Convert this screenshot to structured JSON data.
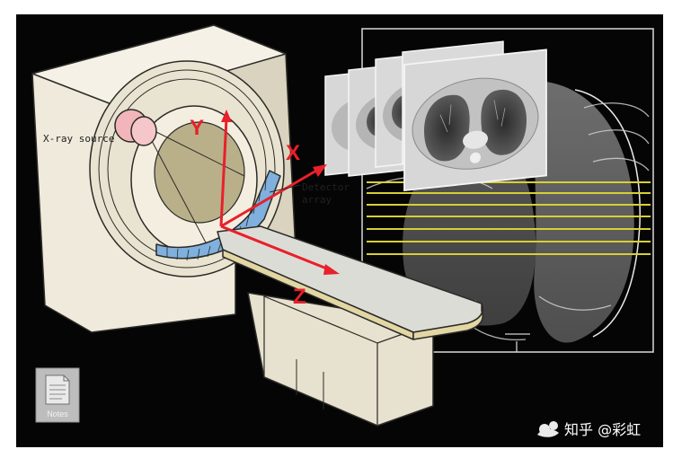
{
  "labels": {
    "xray_source": "X-ray source",
    "detector_line1": "Detector",
    "detector_line2": "array",
    "axis_x": "X",
    "axis_y": "Y",
    "axis_z": "Z",
    "notes": "Notes"
  },
  "watermark": {
    "text": "知乎 @彩虹"
  },
  "colors": {
    "frame_bg": "#050505",
    "scanner_body": "#efeadb",
    "outline": "#2b2a26",
    "gantry_bore": "#b9b08a",
    "xray_tube": "#f2b6ba",
    "detector": "#7fb0de",
    "axis_arrow": "#e8202a",
    "scan_lines": "#d8cf35",
    "slice_bg": "#d7d7d7"
  }
}
